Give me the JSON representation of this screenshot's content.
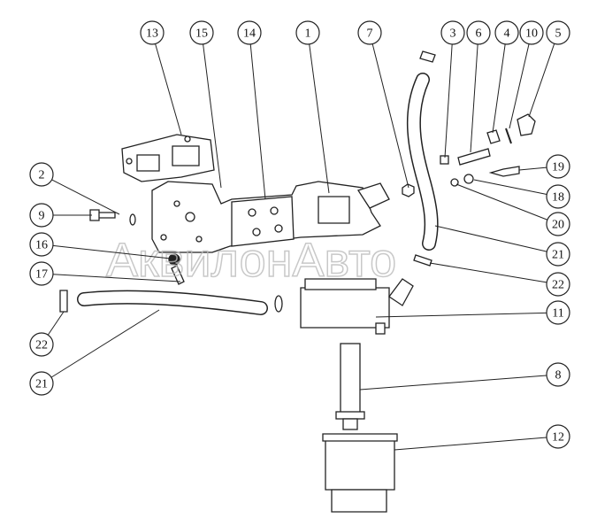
{
  "watermark": "АквилонАвто",
  "callouts": [
    {
      "label": "13"
    },
    {
      "label": "15"
    },
    {
      "label": "14"
    },
    {
      "label": "1"
    },
    {
      "label": "7"
    },
    {
      "label": "3"
    },
    {
      "label": "6"
    },
    {
      "label": "4"
    },
    {
      "label": "10"
    },
    {
      "label": "5"
    },
    {
      "label": "2"
    },
    {
      "label": "9"
    },
    {
      "label": "16"
    },
    {
      "label": "17"
    },
    {
      "label": "22"
    },
    {
      "label": "21"
    },
    {
      "label": "19"
    },
    {
      "label": "18"
    },
    {
      "label": "20"
    },
    {
      "label": "21"
    },
    {
      "label": "22"
    },
    {
      "label": "11"
    },
    {
      "label": "8"
    },
    {
      "label": "12"
    }
  ]
}
